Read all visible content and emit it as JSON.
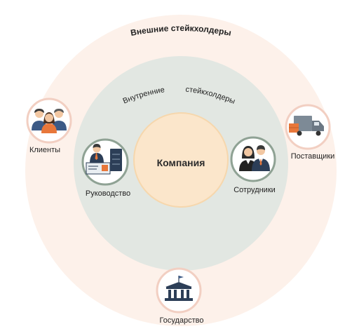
{
  "diagram": {
    "outer_ring_label": "Внешние стейкхолдеры",
    "inner_ring_label_1": "Внутренние",
    "inner_ring_label_2": "стейкхолдеры",
    "center_label": "Компания",
    "nodes": {
      "clients": "Клиенты",
      "suppliers": "Поставщики",
      "management": "Руководство",
      "employees": "Сотрудники",
      "government": "Государство"
    },
    "colors": {
      "outer_ring": "#fdf1ea",
      "inner_ring": "#e3e8e3",
      "core": "#fce8cd",
      "accent": "#e8773a",
      "navy": "#2c3e57"
    }
  }
}
